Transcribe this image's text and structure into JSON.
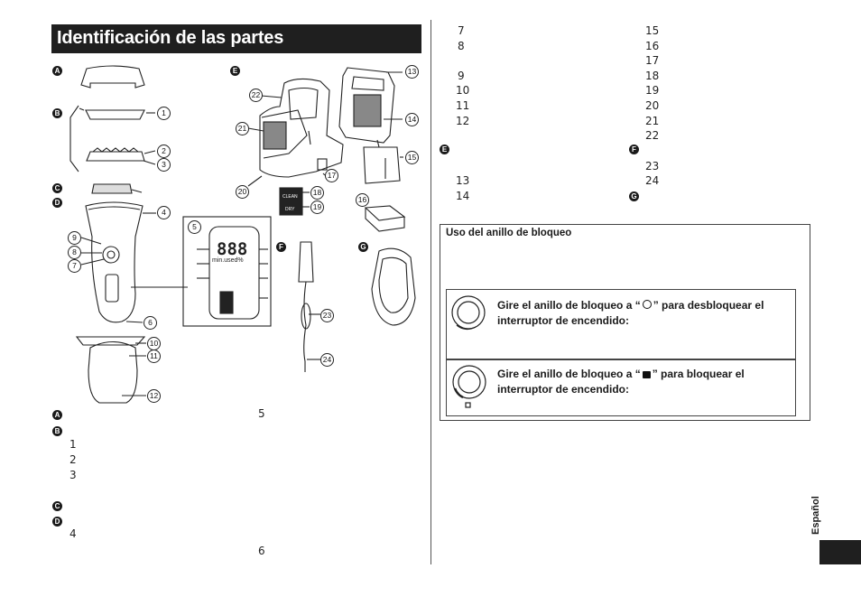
{
  "title": "Identificación de las partes",
  "side_label": "Español",
  "sections": {
    "A": "A",
    "B": "B",
    "C": "C",
    "D": "D",
    "E": "E",
    "F": "F",
    "G": "G"
  },
  "numbers": {
    "n1": "1",
    "n2": "2",
    "n3": "3",
    "n4": "4",
    "n5": "5",
    "n6": "6",
    "n7": "7",
    "n8": "8",
    "n9": "9",
    "n10": "10",
    "n11": "11",
    "n12": "12",
    "n13": "13",
    "n14": "14",
    "n15": "15",
    "n16": "16",
    "n17": "17",
    "n18": "18",
    "n19": "19",
    "n20": "20",
    "n21": "21",
    "n22": "22",
    "n23": "23",
    "n24": "24"
  },
  "display": {
    "digits": "888",
    "unit_label": "min.used%"
  },
  "cleaner_buttons": {
    "clean": "CLEAN",
    "dry": "DRY"
  },
  "legend_left": {
    "A": "A",
    "B": "B",
    "C": "C",
    "D": "D",
    "items": [
      "1",
      "2",
      "3",
      "4",
      "5",
      "6"
    ]
  },
  "legend_right": {
    "col1_top": [
      "7",
      "8",
      "9",
      "10",
      "11",
      "12"
    ],
    "E": "E",
    "col1_bottom": [
      "13",
      "14"
    ],
    "col2_top": [
      "15",
      "16",
      "17",
      "18",
      "19",
      "20",
      "21",
      "22"
    ],
    "F": "F",
    "col2_bottom": [
      "23",
      "24"
    ],
    "G": "G"
  },
  "lock_box": {
    "heading": "Uso del anillo de bloqueo",
    "unlock_text_before": "Gire el anillo de bloqueo a “",
    "unlock_text_after": "” para desbloquear el interruptor de encendido:",
    "lock_text_before": "Gire el anillo de bloqueo a “",
    "lock_text_after": "” para bloquear el interruptor de encendido:"
  }
}
